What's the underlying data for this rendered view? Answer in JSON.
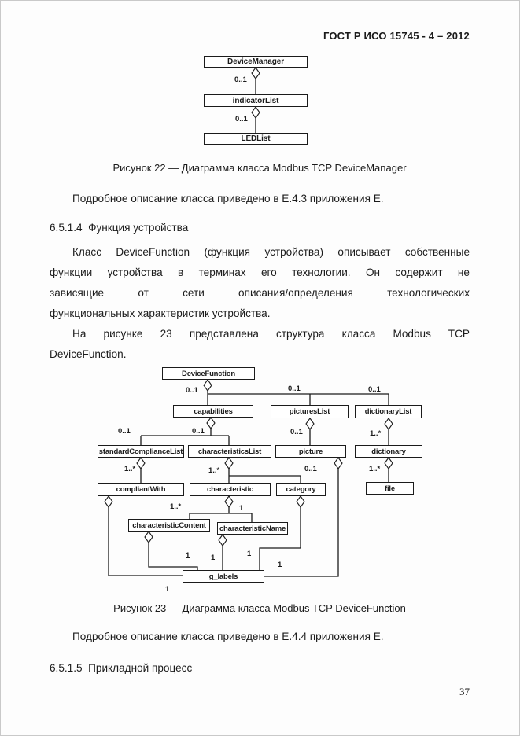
{
  "page": {
    "header": "ГОСТ Р ИСО 15745 - 4 – 2012",
    "page_number": "37",
    "ink_color": "#1b1b1b"
  },
  "body": {
    "para_e43": "Подробное описание класса приведено в Е.4.3 приложения Е.",
    "heading_6514": "6.5.1.4  Функция устройства",
    "para_df_lines": [
      "Класс DeviceFunction (функция устройства) описывает собственные",
      "функции устройства в терминах его технологии. Он содержит не",
      "зависящие от сети описания/определения технологических",
      "функциональных характеристик устройства."
    ],
    "para_fig23_lines": [
      "На рисунке 23 представлена структура класса Modbus TCP",
      "DeviceFunction."
    ],
    "para_e44": "Подробное описание класса приведено в Е.4.4 приложения Е.",
    "heading_6515": "6.5.1.5  Прикладной процесс"
  },
  "figure22": {
    "caption": "Рисунок 22 — Диаграмма класса Modbus TCP DeviceManager",
    "classes": {
      "device_manager": "DeviceManager",
      "indicator_list": "indicatorList",
      "led_list": "LEDList"
    },
    "multiplicities": {
      "dm_il": "0..1",
      "il_ll": "0..1"
    }
  },
  "figure23": {
    "caption": "Рисунок 23 — Диаграмма класса Modbus TCP DeviceFunction",
    "classes": {
      "device_function": "DeviceFunction",
      "capabilities": "capabilities",
      "pictures_list": "picturesList",
      "dictionary_list": "dictionaryList",
      "standard_compliance_list": "standardComplianceList",
      "characteristics_list": "characteristicsList",
      "picture": "picture",
      "dictionary": "dictionary",
      "compliant_with": "compliantWith",
      "characteristic": "characteristic",
      "category": "category",
      "file": "file",
      "characteristic_content": "characteristicContent",
      "characteristic_name": "characteristicName",
      "g_labels": "g_labels"
    },
    "multiplicities": {
      "df_capabilities": "0..1",
      "df_pictures_list": "0..1",
      "df_dictionary_list": "0..1",
      "cap_standard_compliance": "0..1",
      "cap_characteristics": "0..1",
      "pl_picture": "0..1",
      "dl_dictionary": "1..*",
      "scl_compliant_with": "1..*",
      "chl_characteristic": "1..*",
      "picture_src": "0..1",
      "dict_file": "1..*",
      "cw_src": "1..*",
      "ch_children": "1",
      "cc_g_labels": "1",
      "cn_g_labels": "1",
      "cat_g_labels": "1",
      "pic_g_labels": "1",
      "cw_g_labels": "1"
    }
  }
}
